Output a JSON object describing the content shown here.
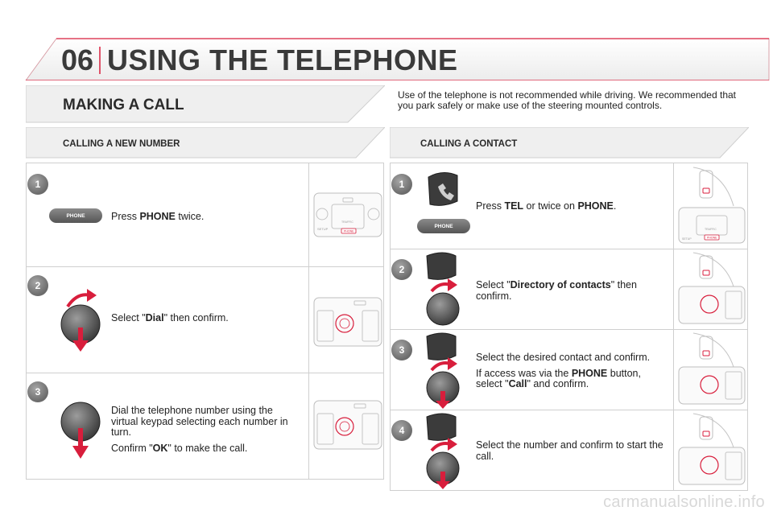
{
  "header": {
    "chapter_number": "06",
    "chapter_title": "USING THE TELEPHONE"
  },
  "section": {
    "title": "MAKING A CALL",
    "warning": "Use of the telephone is not recommended while driving. We recommended that you park safely or make use of the steering mounted controls."
  },
  "left_block": {
    "title": "CALLING A NEW NUMBER",
    "steps": [
      {
        "number": "1",
        "button_label": "PHONE",
        "text_before": "Press ",
        "bold": "PHONE",
        "text_after": " twice."
      },
      {
        "number": "2",
        "text_before": "Select \"",
        "bold": "Dial",
        "text_after": "\" then confirm."
      },
      {
        "number": "3",
        "line1": "Dial the telephone number using the virtual keypad selecting each number in turn.",
        "line2_before": "Confirm \"",
        "line2_bold": "OK",
        "line2_after": "\" to make the call."
      }
    ]
  },
  "right_block": {
    "title": "CALLING A CONTACT",
    "steps": [
      {
        "number": "1",
        "button_label": "PHONE",
        "text_before": "Press ",
        "bold1": "TEL",
        "text_mid": " or twice on ",
        "bold2": "PHONE",
        "text_after": "."
      },
      {
        "number": "2",
        "text_before": "Select \"",
        "bold": "Directory of contacts",
        "text_after": "\" then confirm."
      },
      {
        "number": "3",
        "line1": "Select the desired contact and confirm.",
        "line2_before": "If access was via the ",
        "line2_bold": "PHONE",
        "line2_mid": " button, select \"",
        "line2_bold2": "Call",
        "line2_after": "\" and confirm."
      },
      {
        "number": "4",
        "text": "Select the number and confirm to start the call."
      }
    ]
  },
  "thumb_labels": {
    "setup": "SETUP",
    "traffic": "TRAFFIC",
    "phone": "PHONE"
  },
  "watermark": "carmanualsonline.info",
  "colors": {
    "accent": "#d81e3c",
    "panel_border": "#cfcfcf",
    "banner_bg": "#efefef"
  }
}
